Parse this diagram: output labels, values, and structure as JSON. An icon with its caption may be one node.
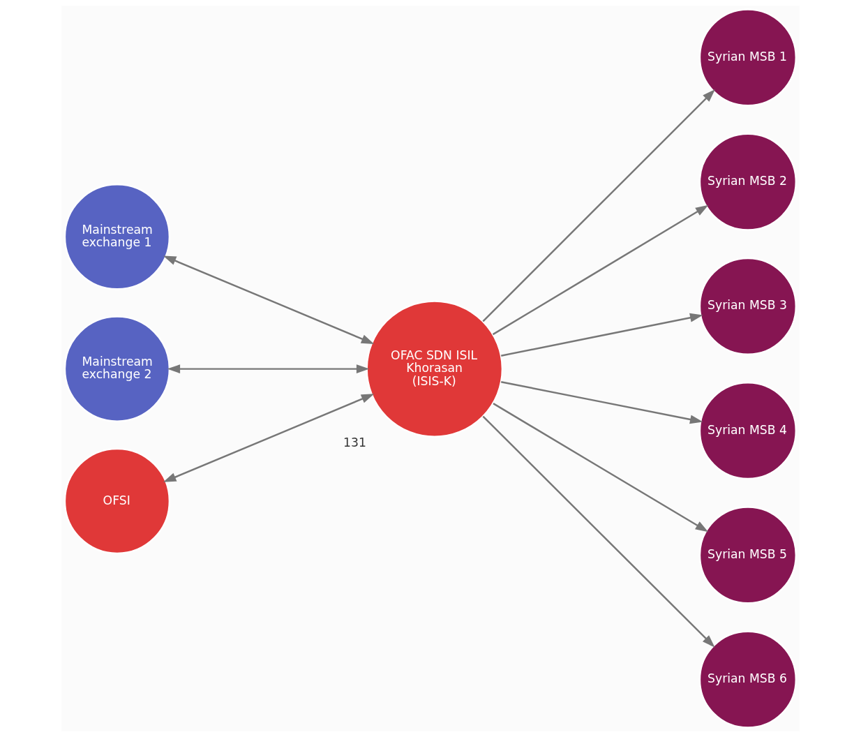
{
  "diagram": {
    "nodes": [
      {
        "text": [
          "Mainstream exchange 1"
        ]
      },
      {
        "text": [
          "Mainstream exchange 2"
        ]
      },
      {
        "text": [
          "OFSI"
        ]
      },
      {
        "text": [
          "OFAC SDN ISIL Khorasan (ISIS-K)"
        ],
        "beside": [
          "131"
        ]
      },
      {
        "text": [
          "Syrian MSB 1"
        ]
      },
      {
        "text": [
          "Syrian MSB 2"
        ]
      },
      {
        "text": [
          "Syrian MSB 3"
        ]
      },
      {
        "text": [
          "Syrian MSB 4"
        ]
      },
      {
        "text": [
          "Syrian MSB 5"
        ]
      },
      {
        "text": [
          "Syrian MSB 6"
        ]
      }
    ],
    "edges": [
      {
        "from": 0,
        "to": 3,
        "arrow": "both"
      },
      {
        "from": 1,
        "to": 3,
        "arrow": "both"
      },
      {
        "from": 2,
        "to": 3,
        "arrow": "both"
      },
      {
        "from": 3,
        "to": 4,
        "arrow": "to"
      },
      {
        "from": 3,
        "to": 5,
        "arrow": "to"
      },
      {
        "from": 3,
        "to": 6,
        "arrow": "to"
      },
      {
        "from": 3,
        "to": 7,
        "arrow": "to"
      },
      {
        "from": 3,
        "to": 8,
        "arrow": "to"
      },
      {
        "from": 3,
        "to": 9,
        "arrow": "to"
      }
    ]
  }
}
